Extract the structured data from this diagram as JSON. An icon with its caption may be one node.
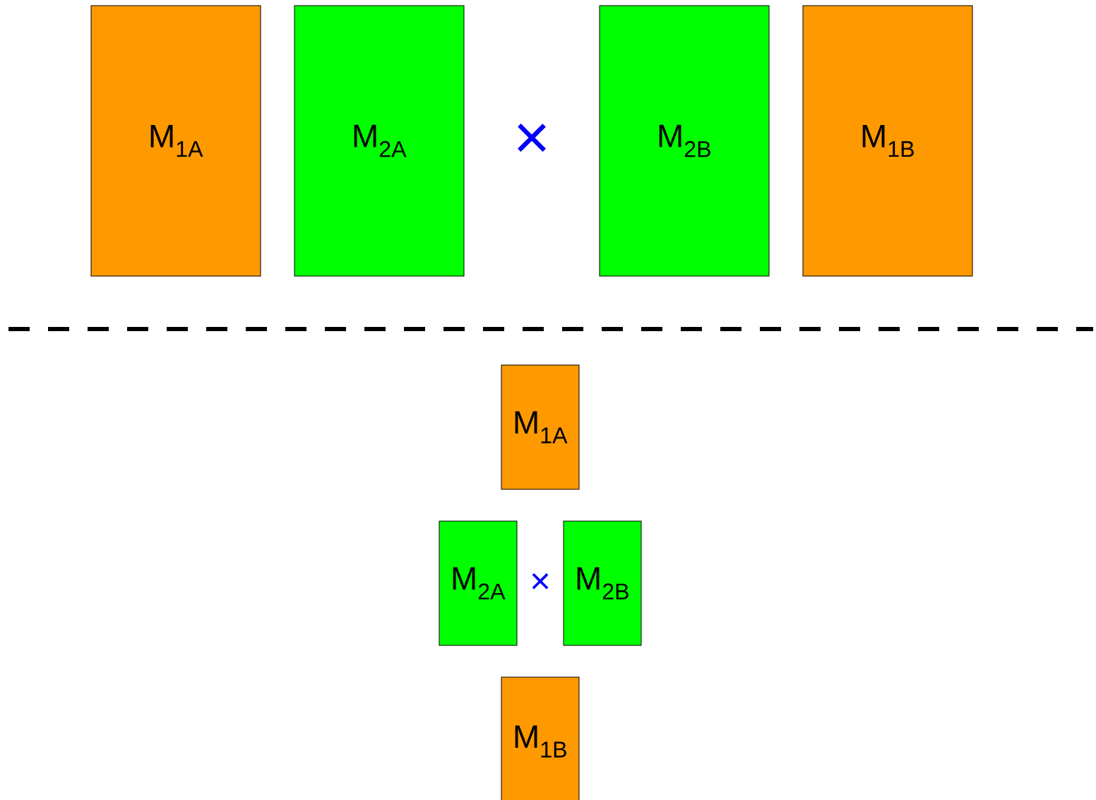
{
  "diagram": {
    "nodes": [
      {
        "text": [
          "M$_{1A}$"
        ]
      },
      {
        "text": [
          "M$_{2A}$"
        ]
      },
      {
        "text": [
          "M$_{2B}$"
        ]
      },
      {
        "text": [
          "M$_{1B}$"
        ]
      },
      {
        "text": [
          "M$_{1A}$"
        ]
      },
      {
        "text": [
          "M$_{2A}$"
        ]
      },
      {
        "text": [
          "M$_{2B}$"
        ]
      },
      {
        "text": [
          "M$_{1B}$"
        ]
      }
    ],
    "labels": [
      "×",
      "×"
    ]
  }
}
